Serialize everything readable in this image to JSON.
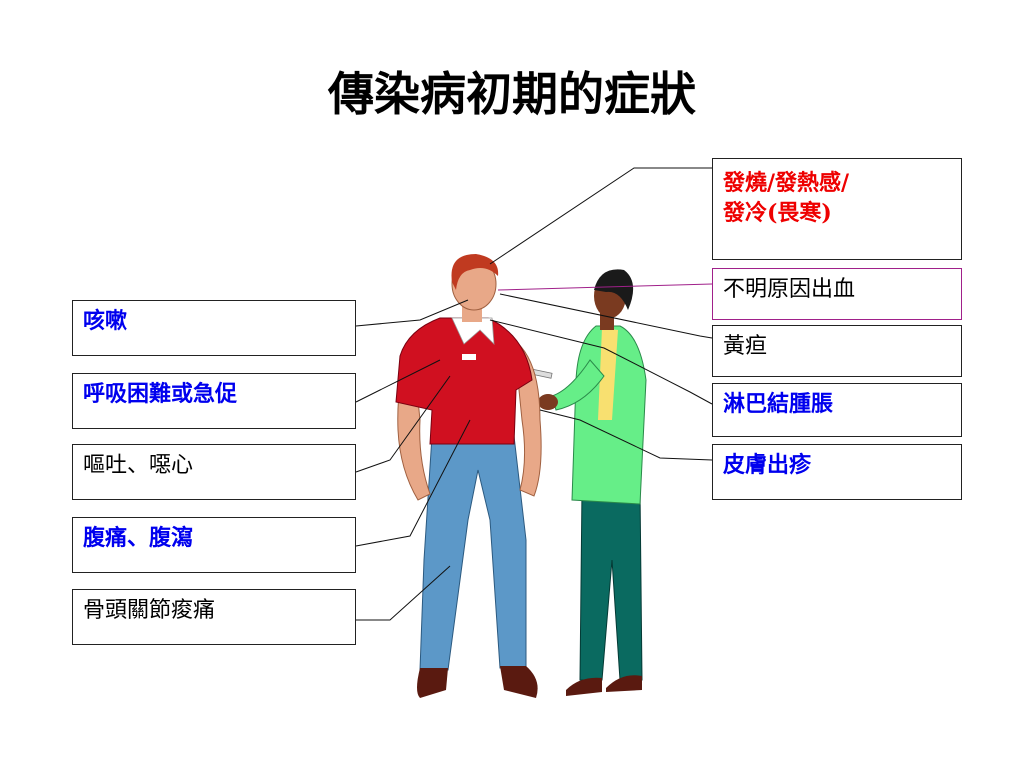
{
  "title": "傳染病初期的症狀",
  "left_labels": [
    {
      "text": "咳嗽",
      "style": "blue bold"
    },
    {
      "text": "呼吸困難或急促",
      "style": "blue bold"
    },
    {
      "text": "嘔吐、噁心",
      "style": "normal"
    },
    {
      "text": "腹痛、腹瀉",
      "style": "blue bold"
    },
    {
      "text": "骨頭關節痠痛",
      "style": "normal"
    }
  ],
  "right_labels": [
    {
      "line1": "發燒/發熱感/",
      "line2": "發冷(畏寒)",
      "style": "red bold"
    },
    {
      "text": "不明原因出血",
      "style": "normal"
    },
    {
      "text": "黃疸",
      "style": "normal"
    },
    {
      "text": "淋巴結腫脹",
      "style": "blue bold"
    },
    {
      "text": "皮膚出疹",
      "style": "blue bold"
    }
  ],
  "colors": {
    "label_blue": "#0000ee",
    "label_red": "#ee0000",
    "shirt_red": "#d01020",
    "jeans_blue": "#5c98c8",
    "jacket_green": "#66ee88",
    "pants_teal": "#0a6a60"
  },
  "illustration": "man-and-nurse-clipart"
}
